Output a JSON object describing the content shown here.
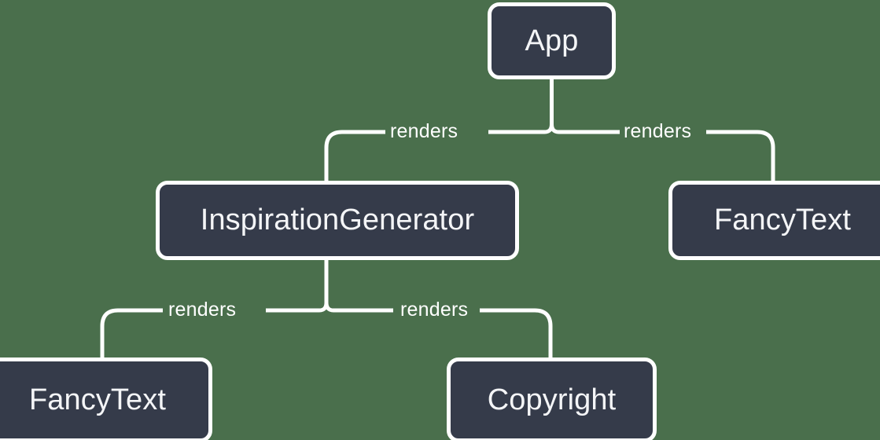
{
  "diagram": {
    "type": "component-tree",
    "background_color": "#4a6f4c",
    "node_fill_color": "#353b4a",
    "node_border_color": "#ffffff",
    "node_text_color": "#f4f5f7",
    "connector_color": "#ffffff",
    "nodes": [
      {
        "id": "app",
        "label": "App"
      },
      {
        "id": "inspgen",
        "label": "InspirationGenerator"
      },
      {
        "id": "fancy-right",
        "label": "FancyText"
      },
      {
        "id": "fancy-left",
        "label": "FancyText"
      },
      {
        "id": "copyright",
        "label": "Copyright"
      }
    ],
    "edges": [
      {
        "from": "app",
        "to": "inspgen",
        "label": "renders"
      },
      {
        "from": "app",
        "to": "fancy-right",
        "label": "renders"
      },
      {
        "from": "inspgen",
        "to": "fancy-left",
        "label": "renders"
      },
      {
        "from": "inspgen",
        "to": "copyright",
        "label": "renders"
      }
    ]
  }
}
